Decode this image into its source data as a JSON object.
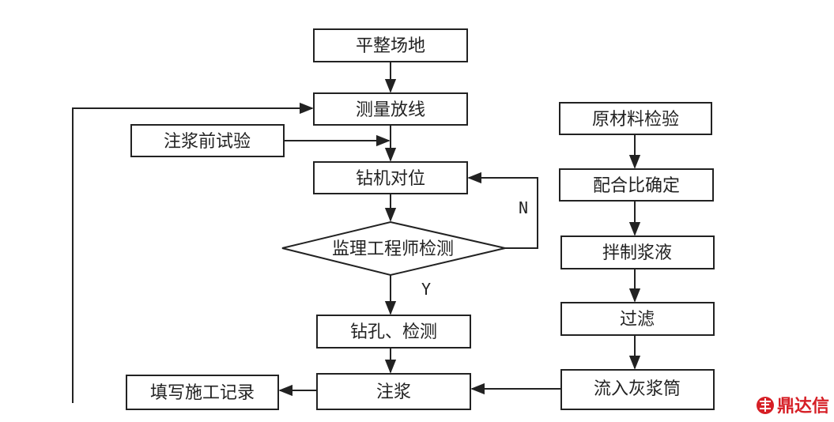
{
  "flowchart": {
    "nodes": {
      "level_site": "平整场地",
      "survey_layout": "测量放线",
      "pre_grout_test": "注浆前试验",
      "rig_alignment": "钻机对位",
      "engineer_inspection": "监理工程师检测",
      "drill_inspect": "钻孔、检测",
      "grouting": "注浆",
      "fill_record": "填写施工记录",
      "raw_material_inspection": "原材料检验",
      "mix_ratio": "配合比确定",
      "mix_slurry": "拌制浆液",
      "filter": "过滤",
      "into_tank": "流入灰浆筒"
    },
    "edge_labels": {
      "no": "N",
      "yes": "Y"
    }
  },
  "watermark": {
    "text": "鼎达信",
    "color": "#d61f26"
  }
}
